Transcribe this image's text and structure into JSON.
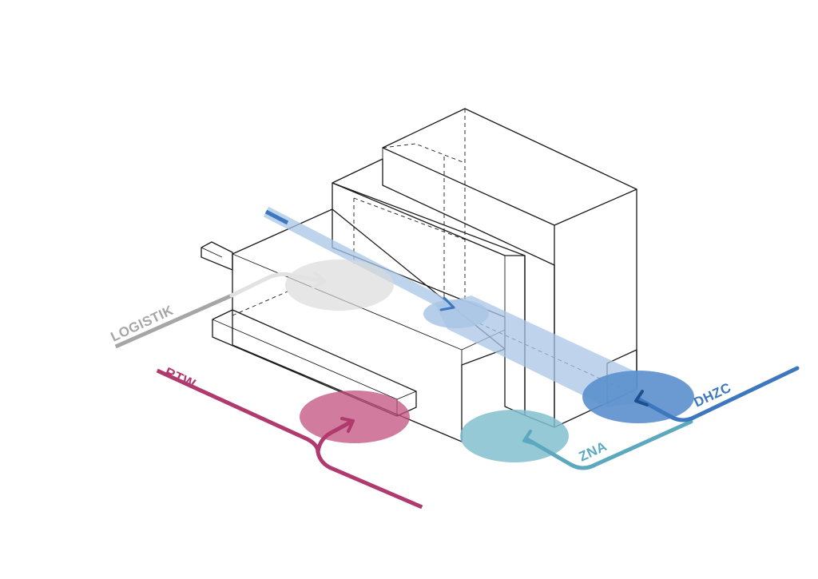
{
  "flows": [
    {
      "id": "logistik",
      "label": "LOGISTIK",
      "color": "#a6a6a6"
    },
    {
      "id": "rtw",
      "label": "RTW",
      "color": "#b03a6e"
    },
    {
      "id": "zna",
      "label": "ZNA",
      "color": "#5ba8bf"
    },
    {
      "id": "dhzc",
      "label": "DHZC",
      "color": "#3d78be"
    }
  ],
  "zone_colors": {
    "logistik": "#d9d9d9",
    "rtw": "#c2507f",
    "zna": "#82bfcf",
    "dhzc": "#5a8fcc",
    "internal_corridor": "#a9c6e6"
  }
}
